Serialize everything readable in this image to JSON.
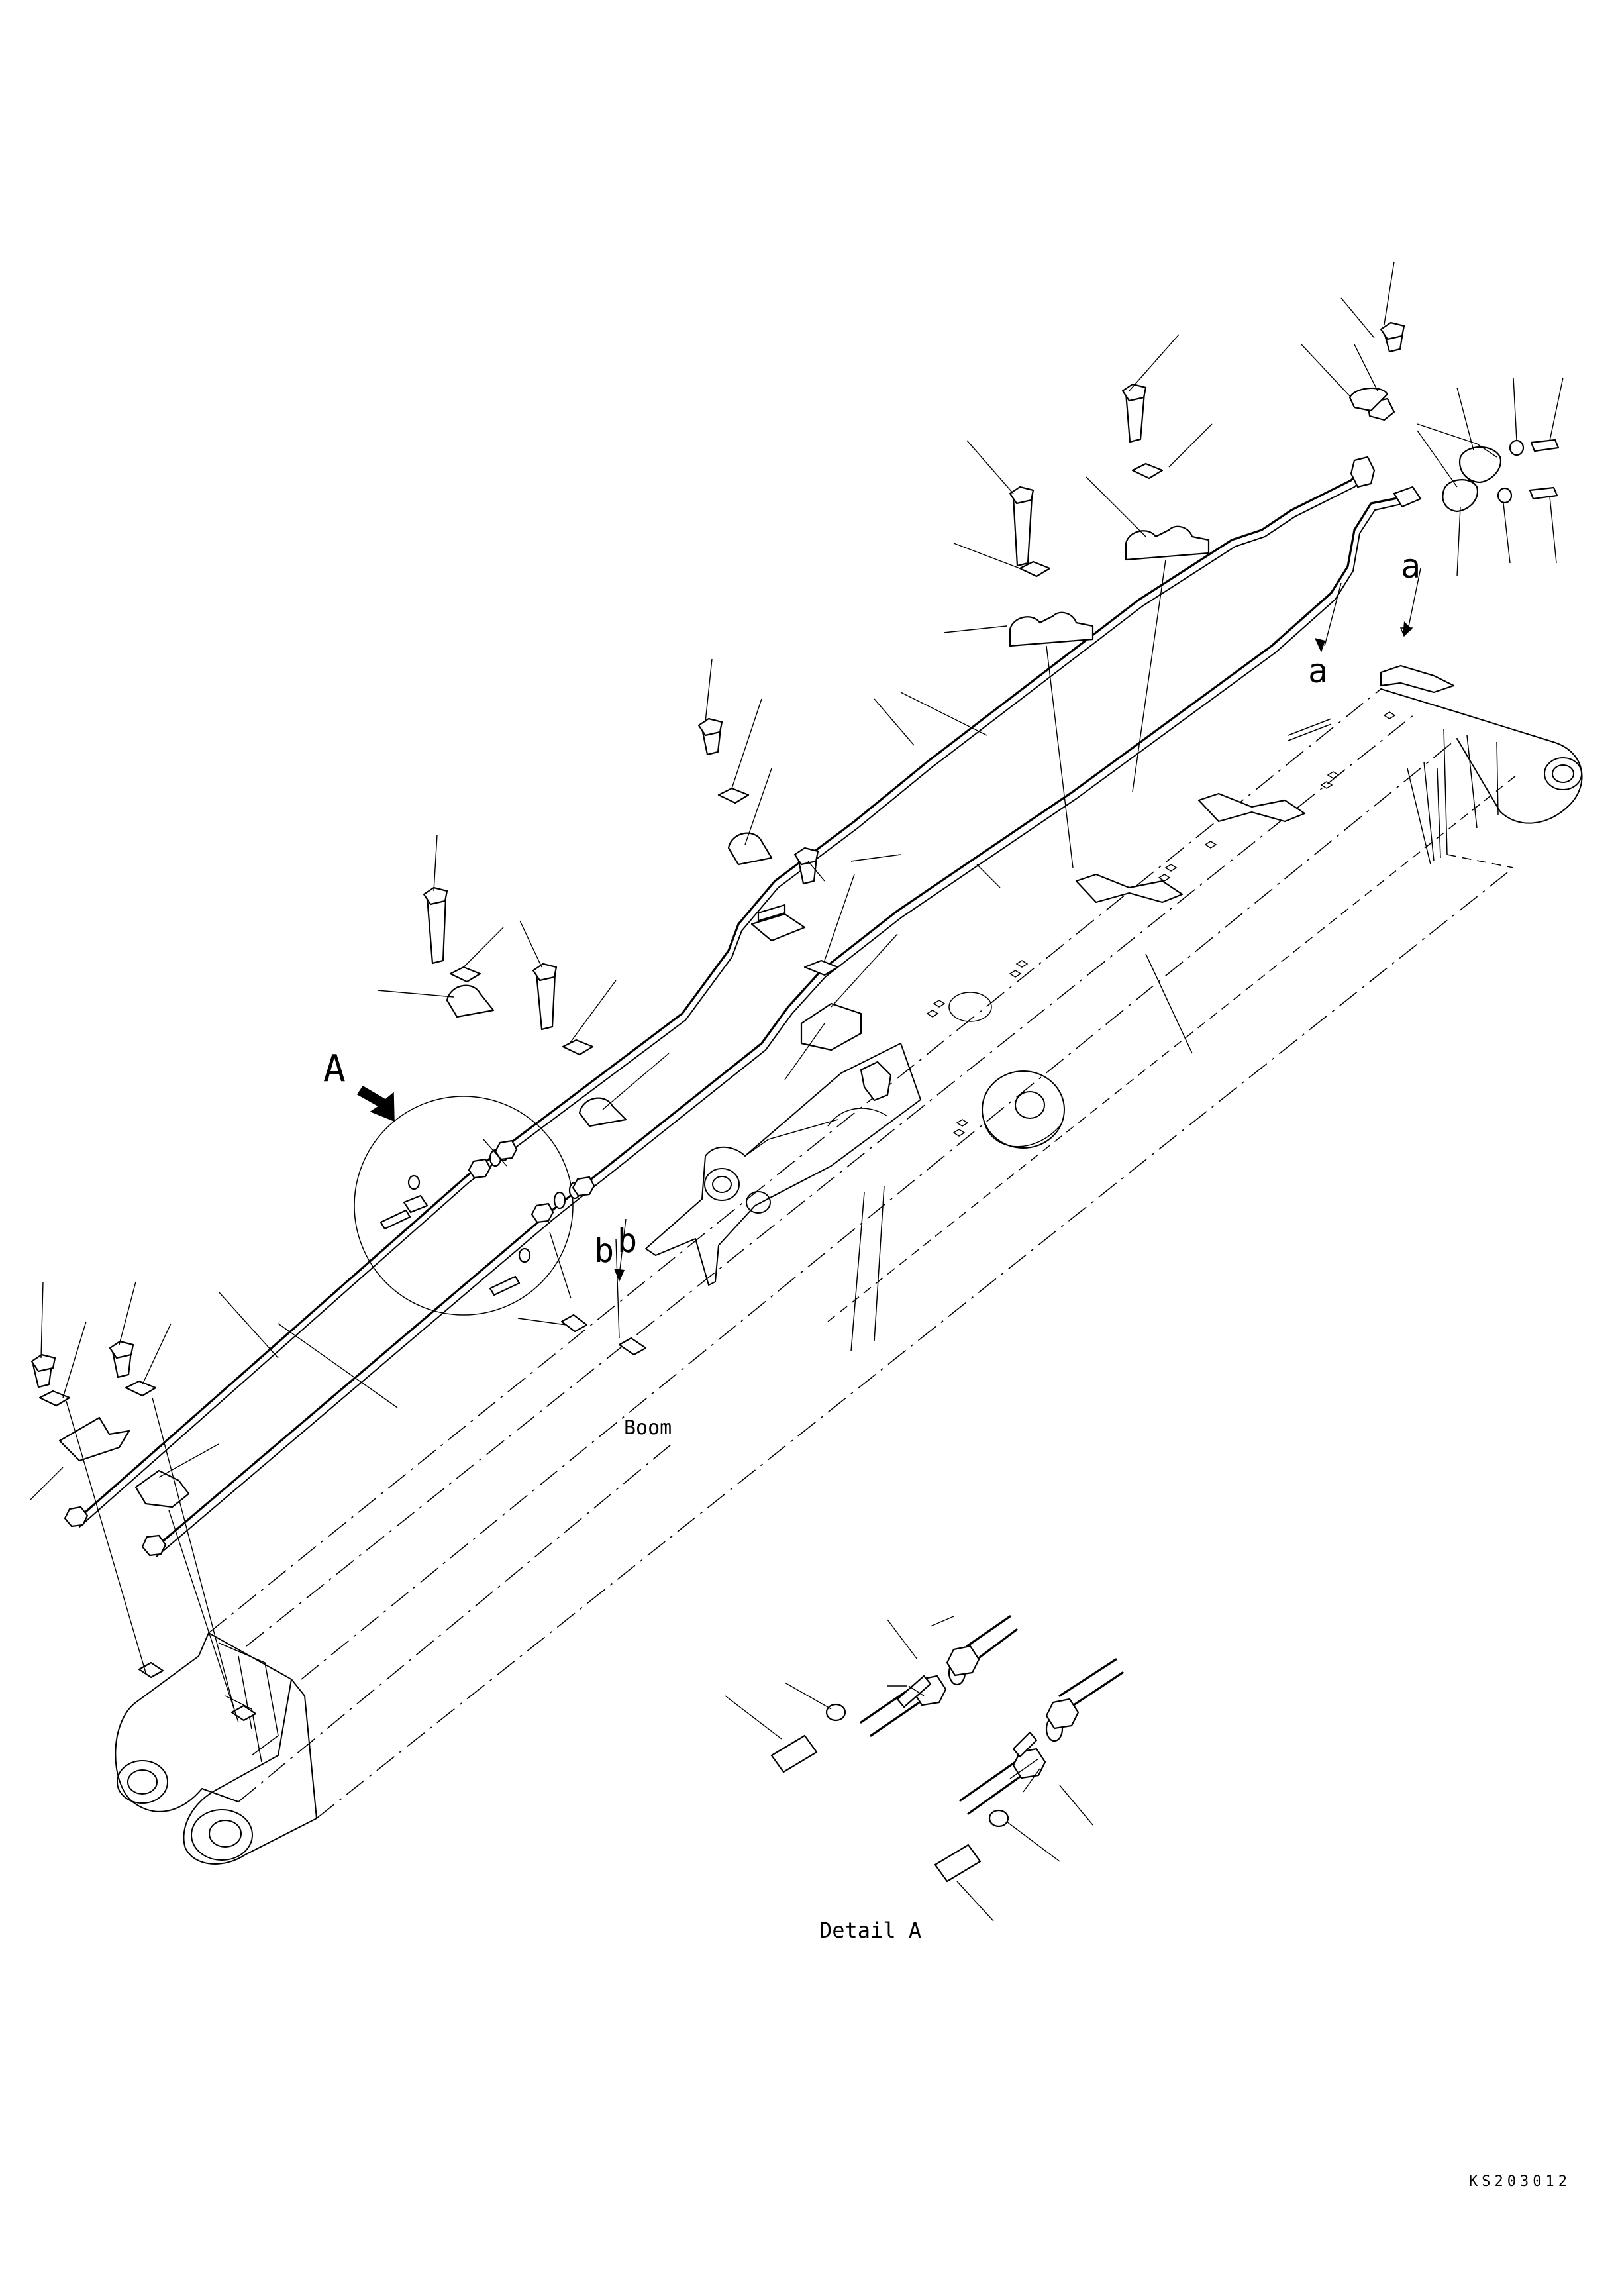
{
  "labels": {
    "boom": "Boom",
    "detail": "Detail A",
    "view_a": "A",
    "ref_a_upper": "a",
    "ref_a_lower": "a",
    "ref_b_left": "b",
    "ref_b_right": "b",
    "drawing_code": "KS203012"
  }
}
